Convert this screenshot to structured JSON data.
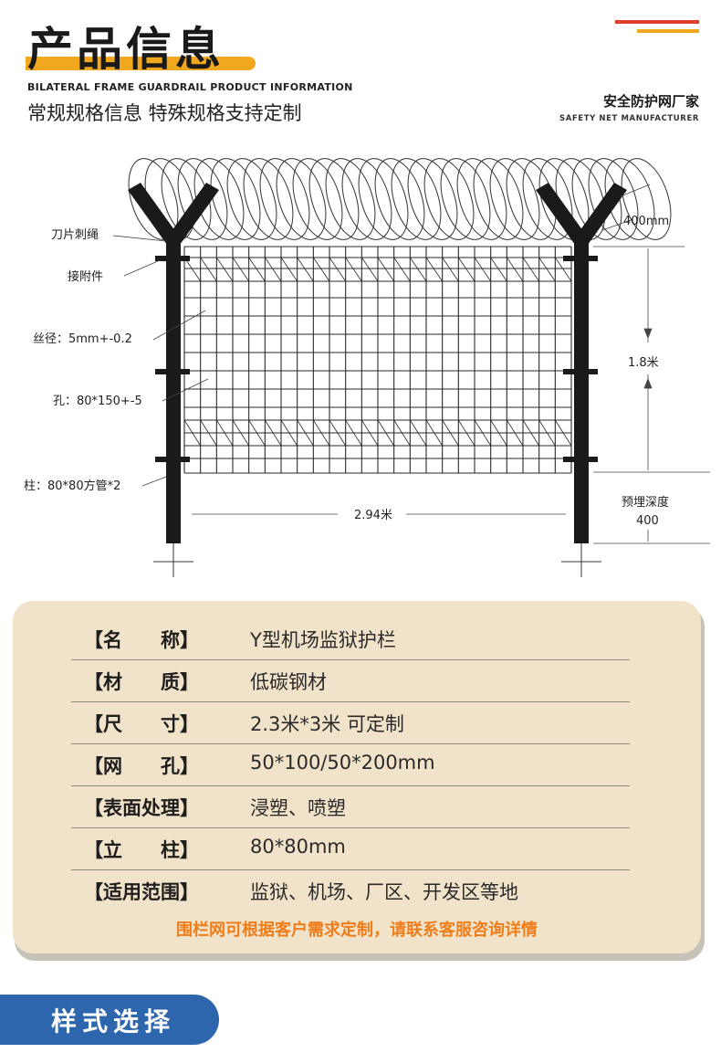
{
  "header": {
    "title": "产品信息",
    "subtitle_en": "BILATERAL FRAME GUARDRAIL PRODUCT INFORMATION",
    "subtitle_cn": "常规规格信息 特殊规格支持定制",
    "brand_cn": "安全防护网厂家",
    "brand_en": "SAFETY NET MANUFACTURER",
    "accent_colors": {
      "orange": "#f2a81e",
      "red": "#e23b2c"
    }
  },
  "diagram": {
    "labels": {
      "razor_wire": "刀片刺绳",
      "connector": "接附件",
      "wire_diameter": "丝径：5mm+-0.2",
      "mesh_hole": "孔：80*150+-5",
      "post": "柱：80*80方管*2",
      "arm_length": "400mm",
      "height": "1.8米",
      "width": "2.94米",
      "embed_depth_label": "预埋深度",
      "embed_depth_value": "400"
    }
  },
  "specs": {
    "rows": [
      {
        "key": "【名　　称】",
        "value": "Y型机场监狱护栏"
      },
      {
        "key": "【材　　质】",
        "value": "低碳钢材"
      },
      {
        "key": "【尺　　寸】",
        "value": "2.3米*3米  可定制"
      },
      {
        "key": "【网　　孔】",
        "value": "50*100/50*200mm"
      },
      {
        "key": "【表面处理】",
        "value": "浸塑、喷塑"
      },
      {
        "key": "【立　　柱】",
        "value": "80*80mm"
      },
      {
        "key": "【适用范围】",
        "value": "监狱、机场、厂区、开发区等地"
      }
    ],
    "note": "围栏网可根据客户需求定制，请联系客服咨询详情",
    "colors": {
      "card_bg": "#f1e3c9",
      "note": "#ef7d1a"
    }
  },
  "footer_tab": {
    "label": "样式选择",
    "color": "#2e66ad"
  }
}
